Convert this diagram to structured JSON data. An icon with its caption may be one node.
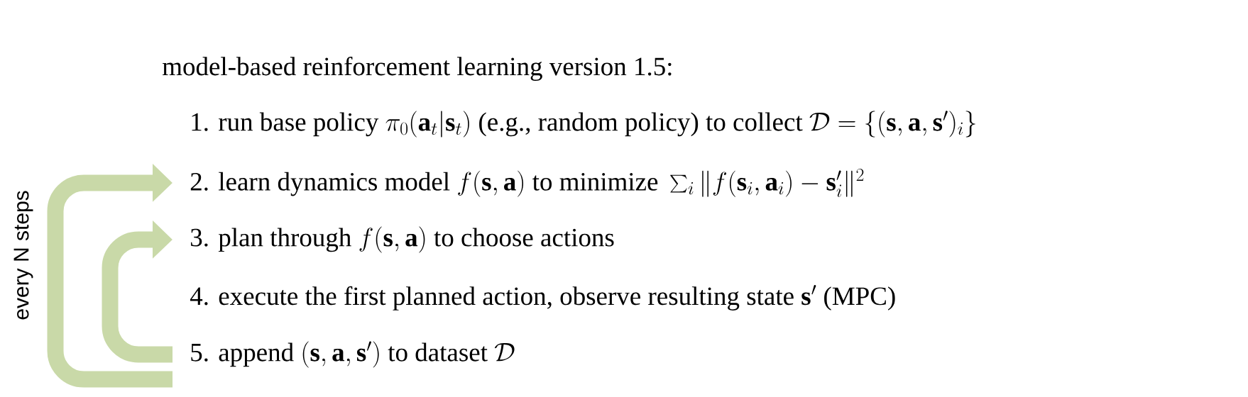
{
  "diagram": {
    "nodes": [
      {
        "text": [
          "\\text{1. run base policy } \\pi_0(\\mathbf{a}_t|\\mathbf{s}_t) \\text{ (e.g., random policy) to collect } \\mathcal{D}=\\{(\\mathbf{s},\\mathbf{a},\\mathbf{s}')_i\\}"
        ]
      },
      {
        "text": [
          "\\text{2. learn dynamics model } f(\\mathbf{s},\\mathbf{a}) \\text{ to minimize } \\textstyle\\sum_i \\|f(\\mathbf{s}_i,\\mathbf{a}_i)-\\mathbf{s}'_i\\|^2"
        ]
      },
      {
        "text": [
          "\\text{3. plan through } f(\\mathbf{s},\\mathbf{a}) \\text{ to choose actions}"
        ]
      },
      {
        "text": [
          "\\text{4. execute the first planned action, observe resulting state } \\mathbf{s}' \\text{ (MPC)}"
        ]
      },
      {
        "text": [
          "\\text{5. append } (\\mathbf{s},\\mathbf{a},\\mathbf{s}') \\text{ to dataset } \\mathcal{D}"
        ]
      }
    ],
    "edges": [
      {
        "from": 4,
        "to": 1,
        "arrow": "to",
        "label": "every N steps"
      },
      {
        "from": 4,
        "to": 2,
        "arrow": "to"
      }
    ],
    "labels": [
      "model-based reinforcement learning version 1.5:"
    ]
  }
}
